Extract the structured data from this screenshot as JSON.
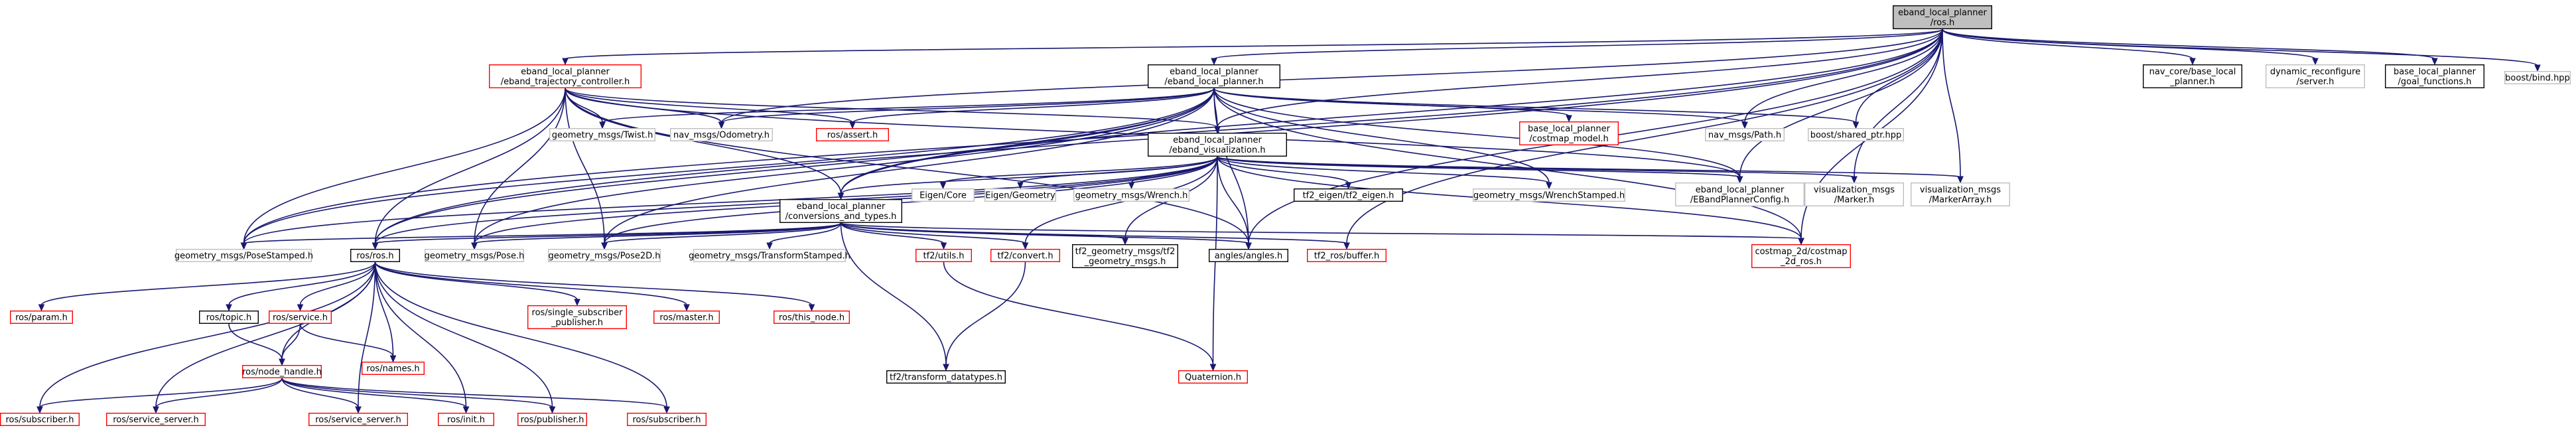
{
  "colors": {
    "edge": "#191970",
    "root_fill": "#bfbfbf",
    "root_border": "#000000",
    "documented_border": "#000000",
    "red_border": "#ff0000",
    "external_border": "#bfbfbf",
    "text": "#000000"
  },
  "nodes": [
    {
      "id": "root",
      "lines": [
        "eband_local_planner",
        "/ros.h"
      ],
      "style": "root"
    },
    {
      "id": "etc",
      "lines": [
        "eband_local_planner",
        "/eband_trajectory_controller.h"
      ],
      "style": "red"
    },
    {
      "id": "elp",
      "lines": [
        "eband_local_planner",
        "/eband_local_planner.h"
      ],
      "style": "black"
    },
    {
      "id": "costmodel",
      "lines": [
        "base_local_planner",
        "/costmap_model.h"
      ],
      "style": "red"
    },
    {
      "id": "navcore",
      "lines": [
        "nav_core/base_local",
        "_planner.h"
      ],
      "style": "black"
    },
    {
      "id": "dynrec",
      "lines": [
        "dynamic_reconfigure",
        "/server.h"
      ],
      "style": "gray"
    },
    {
      "id": "goalfn",
      "lines": [
        "base_local_planner",
        "/goal_functions.h"
      ],
      "style": "black"
    },
    {
      "id": "bind",
      "lines": [
        "boost/bind.hpp"
      ],
      "style": "gray"
    },
    {
      "id": "twist",
      "lines": [
        "geometry_msgs/Twist.h"
      ],
      "style": "gray"
    },
    {
      "id": "odom",
      "lines": [
        "nav_msgs/Odometry.h"
      ],
      "style": "gray"
    },
    {
      "id": "assert",
      "lines": [
        "ros/assert.h"
      ],
      "style": "red"
    },
    {
      "id": "path",
      "lines": [
        "nav_msgs/Path.h"
      ],
      "style": "gray"
    },
    {
      "id": "shptr",
      "lines": [
        "boost/shared_ptr.hpp"
      ],
      "style": "gray"
    },
    {
      "id": "viz",
      "lines": [
        "eband_local_planner",
        "/eband_visualization.h"
      ],
      "style": "black"
    },
    {
      "id": "conv",
      "lines": [
        "eband_local_planner",
        "/conversions_and_types.h"
      ],
      "style": "black"
    },
    {
      "id": "eigcore",
      "lines": [
        "Eigen/Core"
      ],
      "style": "gray"
    },
    {
      "id": "eiggeom",
      "lines": [
        "Eigen/Geometry"
      ],
      "style": "gray"
    },
    {
      "id": "wrench",
      "lines": [
        "geometry_msgs/Wrench.h"
      ],
      "style": "gray"
    },
    {
      "id": "tf2eig",
      "lines": [
        "tf2_eigen/tf2_eigen.h"
      ],
      "style": "black"
    },
    {
      "id": "wrenchst",
      "lines": [
        "geometry_msgs/WrenchStamped.h"
      ],
      "style": "gray"
    },
    {
      "id": "ebcfg",
      "lines": [
        "eband_local_planner",
        "/EBandPlannerConfig.h"
      ],
      "style": "gray"
    },
    {
      "id": "vizm",
      "lines": [
        "visualization_msgs",
        "/Marker.h"
      ],
      "style": "gray"
    },
    {
      "id": "vizma",
      "lines": [
        "visualization_msgs",
        "/MarkerArray.h"
      ],
      "style": "gray"
    },
    {
      "id": "posest",
      "lines": [
        "geometry_msgs/PoseStamped.h"
      ],
      "style": "gray"
    },
    {
      "id": "rosh",
      "lines": [
        "ros/ros.h"
      ],
      "style": "black"
    },
    {
      "id": "pose",
      "lines": [
        "geometry_msgs/Pose.h"
      ],
      "style": "gray"
    },
    {
      "id": "pose2d",
      "lines": [
        "geometry_msgs/Pose2D.h"
      ],
      "style": "gray"
    },
    {
      "id": "tfst",
      "lines": [
        "geometry_msgs/TransformStamped.h"
      ],
      "style": "gray"
    },
    {
      "id": "tf2utils",
      "lines": [
        "tf2/utils.h"
      ],
      "style": "red"
    },
    {
      "id": "tf2conv",
      "lines": [
        "tf2/convert.h"
      ],
      "style": "red"
    },
    {
      "id": "tf2gm",
      "lines": [
        "tf2_geometry_msgs/tf2",
        "_geometry_msgs.h"
      ],
      "style": "black"
    },
    {
      "id": "angles",
      "lines": [
        "angles/angles.h"
      ],
      "style": "black"
    },
    {
      "id": "tf2buf",
      "lines": [
        "tf2_ros/buffer.h"
      ],
      "style": "red"
    },
    {
      "id": "costmap2d",
      "lines": [
        "costmap_2d/costmap",
        "_2d_ros.h"
      ],
      "style": "red"
    },
    {
      "id": "param",
      "lines": [
        "ros/param.h"
      ],
      "style": "red"
    },
    {
      "id": "topic",
      "lines": [
        "ros/topic.h"
      ],
      "style": "black"
    },
    {
      "id": "service",
      "lines": [
        "ros/service.h"
      ],
      "style": "red"
    },
    {
      "id": "ssub",
      "lines": [
        "ros/single_subscriber",
        "_publisher.h"
      ],
      "style": "red"
    },
    {
      "id": "master",
      "lines": [
        "ros/master.h"
      ],
      "style": "red"
    },
    {
      "id": "thisnode",
      "lines": [
        "ros/this_node.h"
      ],
      "style": "red"
    },
    {
      "id": "tf2dt",
      "lines": [
        "tf2/transform_datatypes.h"
      ],
      "style": "black"
    },
    {
      "id": "quat",
      "lines": [
        "Quaternion.h"
      ],
      "style": "red"
    },
    {
      "id": "names",
      "lines": [
        "ros/names.h"
      ],
      "style": "red"
    },
    {
      "id": "nh",
      "lines": [
        "ros/node_handle.h"
      ],
      "style": "red"
    },
    {
      "id": "sub1",
      "lines": [
        "ros/subscriber.h"
      ],
      "style": "red"
    },
    {
      "id": "srvsrv1",
      "lines": [
        "ros/service_server.h"
      ],
      "style": "red"
    },
    {
      "id": "srvsrv2",
      "lines": [
        "ros/service_server.h"
      ],
      "style": "red"
    },
    {
      "id": "init",
      "lines": [
        "ros/init.h"
      ],
      "style": "red"
    },
    {
      "id": "pub",
      "lines": [
        "ros/publisher.h"
      ],
      "style": "red"
    },
    {
      "id": "sub2",
      "lines": [
        "ros/subscriber.h"
      ],
      "style": "red"
    }
  ],
  "edges": [
    [
      "root",
      "etc"
    ],
    [
      "root",
      "elp"
    ],
    [
      "root",
      "navcore"
    ],
    [
      "root",
      "dynrec"
    ],
    [
      "root",
      "goalfn"
    ],
    [
      "root",
      "bind"
    ],
    [
      "root",
      "odom"
    ],
    [
      "root",
      "path"
    ],
    [
      "root",
      "shptr"
    ],
    [
      "root",
      "viz"
    ],
    [
      "root",
      "conv"
    ],
    [
      "root",
      "ebcfg"
    ],
    [
      "root",
      "vizm"
    ],
    [
      "root",
      "vizma"
    ],
    [
      "root",
      "posest"
    ],
    [
      "root",
      "rosh"
    ],
    [
      "root",
      "angles"
    ],
    [
      "root",
      "tf2buf"
    ],
    [
      "root",
      "costmap2d"
    ],
    [
      "etc",
      "twist"
    ],
    [
      "etc",
      "odom"
    ],
    [
      "etc",
      "assert"
    ],
    [
      "etc",
      "viz"
    ],
    [
      "etc",
      "conv"
    ],
    [
      "etc",
      "posest"
    ],
    [
      "etc",
      "rosh"
    ],
    [
      "etc",
      "pose"
    ],
    [
      "etc",
      "pose2d"
    ],
    [
      "etc",
      "angles"
    ],
    [
      "etc",
      "ebcfg"
    ],
    [
      "elp",
      "costmodel"
    ],
    [
      "elp",
      "twist"
    ],
    [
      "elp",
      "odom"
    ],
    [
      "elp",
      "assert"
    ],
    [
      "elp",
      "path"
    ],
    [
      "elp",
      "shptr"
    ],
    [
      "elp",
      "viz"
    ],
    [
      "elp",
      "conv"
    ],
    [
      "elp",
      "posest"
    ],
    [
      "elp",
      "rosh"
    ],
    [
      "elp",
      "pose"
    ],
    [
      "elp",
      "pose2d"
    ],
    [
      "elp",
      "angles"
    ],
    [
      "elp",
      "ebcfg"
    ],
    [
      "elp",
      "costmap2d"
    ],
    [
      "elp",
      "wrenchst"
    ],
    [
      "viz",
      "conv"
    ],
    [
      "viz",
      "eigcore"
    ],
    [
      "viz",
      "eiggeom"
    ],
    [
      "viz",
      "wrench"
    ],
    [
      "viz",
      "tf2eig"
    ],
    [
      "viz",
      "wrenchst"
    ],
    [
      "viz",
      "ebcfg"
    ],
    [
      "viz",
      "vizm"
    ],
    [
      "viz",
      "vizma"
    ],
    [
      "viz",
      "posest"
    ],
    [
      "viz",
      "rosh"
    ],
    [
      "viz",
      "pose"
    ],
    [
      "viz",
      "pose2d"
    ],
    [
      "viz",
      "tf2conv"
    ],
    [
      "viz",
      "tf2gm"
    ],
    [
      "viz",
      "angles"
    ],
    [
      "viz",
      "costmap2d"
    ],
    [
      "viz",
      "quat"
    ],
    [
      "conv",
      "posest"
    ],
    [
      "conv",
      "rosh"
    ],
    [
      "conv",
      "pose"
    ],
    [
      "conv",
      "pose2d"
    ],
    [
      "conv",
      "tfst"
    ],
    [
      "conv",
      "tf2utils"
    ],
    [
      "conv",
      "tf2conv"
    ],
    [
      "conv",
      "tf2gm"
    ],
    [
      "conv",
      "angles"
    ],
    [
      "conv",
      "tf2buf"
    ],
    [
      "conv",
      "costmap2d"
    ],
    [
      "conv",
      "tf2dt"
    ],
    [
      "tf2utils",
      "quat"
    ],
    [
      "tf2conv",
      "tf2dt"
    ],
    [
      "rosh",
      "param"
    ],
    [
      "rosh",
      "topic"
    ],
    [
      "rosh",
      "service"
    ],
    [
      "rosh",
      "ssub"
    ],
    [
      "rosh",
      "master"
    ],
    [
      "rosh",
      "thisnode"
    ],
    [
      "rosh",
      "names"
    ],
    [
      "rosh",
      "nh"
    ],
    [
      "rosh",
      "sub1"
    ],
    [
      "rosh",
      "srvsrv1"
    ],
    [
      "rosh",
      "srvsrv2"
    ],
    [
      "rosh",
      "init"
    ],
    [
      "rosh",
      "pub"
    ],
    [
      "rosh",
      "sub2"
    ],
    [
      "topic",
      "nh"
    ],
    [
      "service",
      "names"
    ],
    [
      "service",
      "nh"
    ],
    [
      "nh",
      "sub1"
    ],
    [
      "nh",
      "srvsrv1"
    ],
    [
      "nh",
      "srvsrv2"
    ],
    [
      "nh",
      "init"
    ],
    [
      "nh",
      "pub"
    ],
    [
      "nh",
      "sub2"
    ]
  ]
}
